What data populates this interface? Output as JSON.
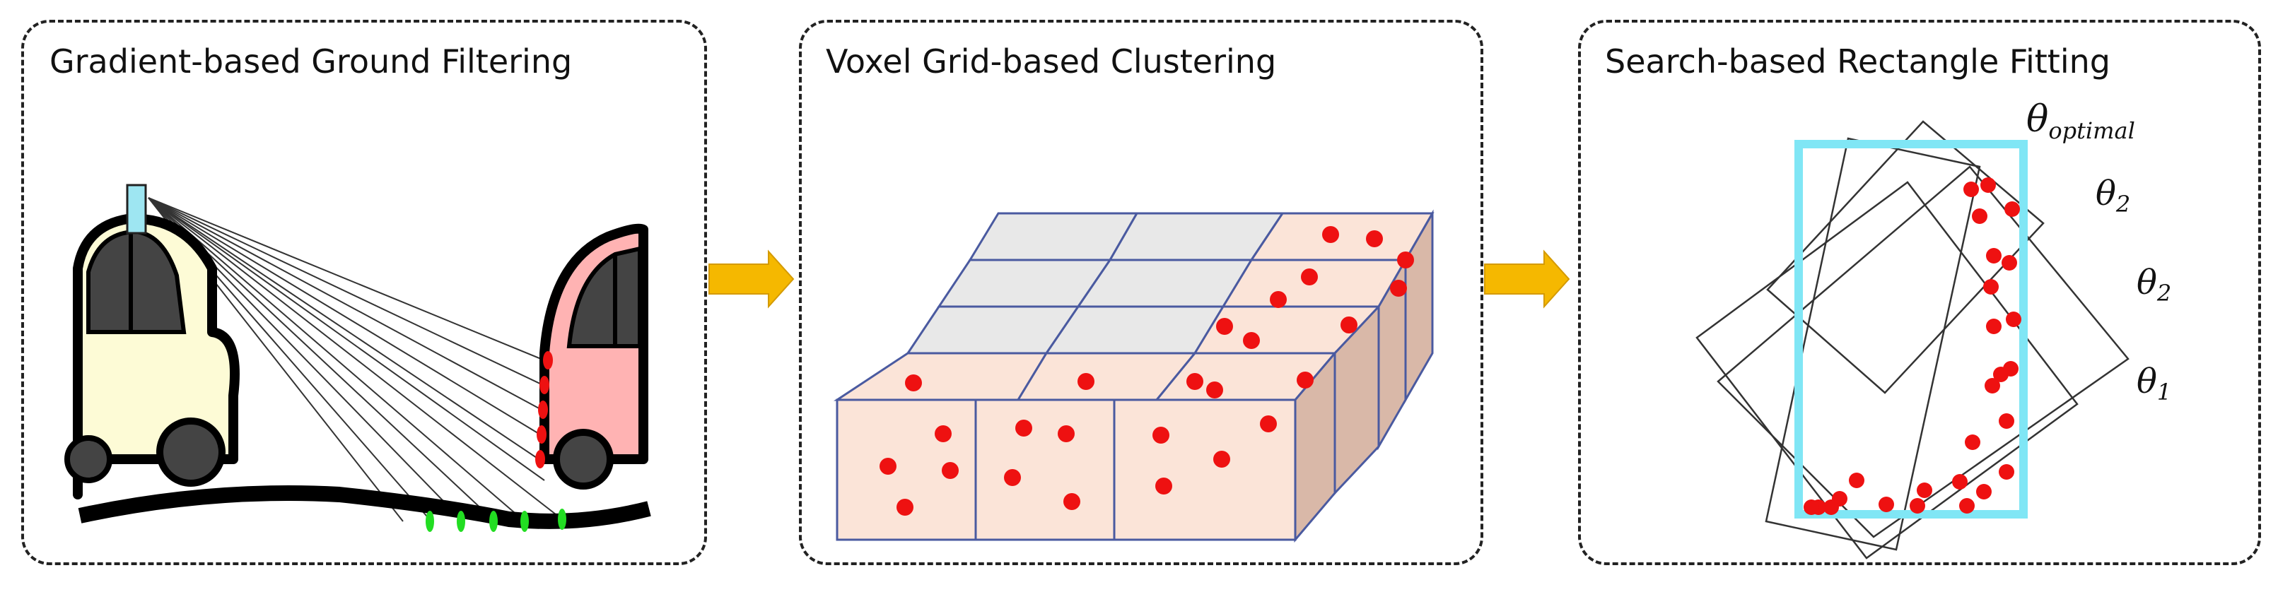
{
  "panels": [
    {
      "title": "Gradient-based Ground Filtering"
    },
    {
      "title": "Voxel Grid-based Clustering"
    },
    {
      "title": "Search-based Rectangle Fitting"
    }
  ],
  "labels": {
    "theta_optimal": {
      "symbol": "θ",
      "sub": "optimal"
    },
    "theta_2a": {
      "symbol": "θ",
      "sub": "2"
    },
    "theta_2b": {
      "symbol": "θ",
      "sub": "2"
    },
    "theta_1": {
      "symbol": "θ",
      "sub": "1"
    }
  },
  "colors": {
    "ground_points": "#22dd22",
    "object_points": "#ee1111",
    "lidar": "#9ee6f2",
    "car_left_body": "#fdfbd6",
    "car_right_body": "#ffb3b3",
    "voxel_occupied": "#fbe4d8",
    "voxel_empty": "#e8e8e8",
    "voxel_edge": "#4a5aa0",
    "arrow": "#f5b800",
    "optimal_box": "#80e6f5"
  }
}
